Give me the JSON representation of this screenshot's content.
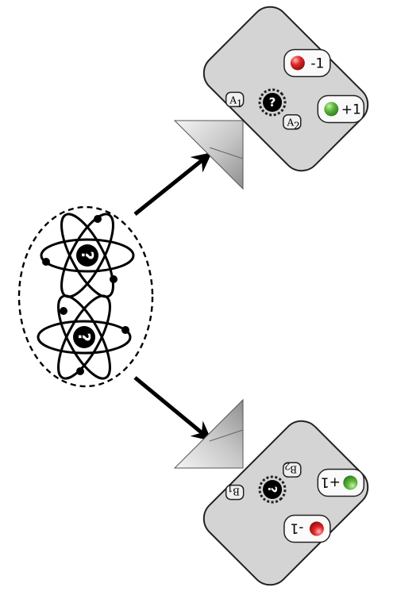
{
  "particles": {
    "upper_symbol": "?",
    "lower_symbol": "?"
  },
  "detector_a": {
    "setting_1": "A",
    "setting_1_sub": "1",
    "setting_2": "A",
    "setting_2_sub": "2",
    "hidden_setting_symbol": "?",
    "plus_label": "+1",
    "minus_label": "-1",
    "plus_light_color": "#3a9a2a",
    "minus_light_color": "#d01c1c"
  },
  "detector_b": {
    "setting_1": "B",
    "setting_1_sub": "1",
    "setting_2": "B",
    "setting_2_sub": "2",
    "hidden_setting_symbol": "?",
    "plus_label": "+1",
    "minus_label": "-1",
    "plus_light_color": "#3a9a2a",
    "minus_light_color": "#d01c1c"
  }
}
